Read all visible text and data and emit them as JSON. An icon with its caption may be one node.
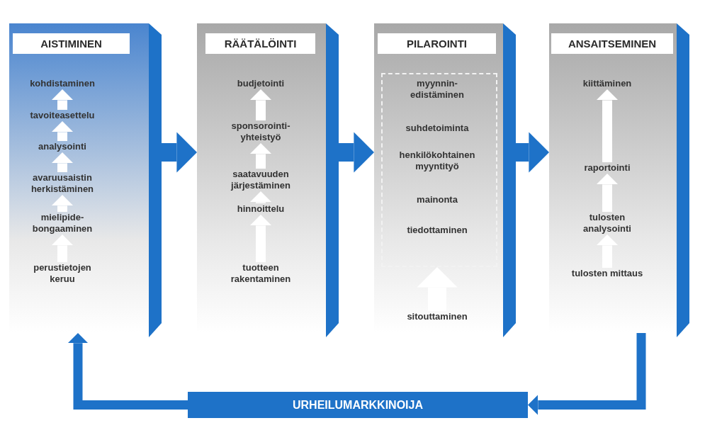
{
  "diagram": {
    "nodes": [
      {
        "text": [
          "AISTIMINEN"
        ]
      },
      {
        "text": [
          "kohdistaminen"
        ],
        "in": 0
      },
      {
        "text": [
          "tavoiteasettelu"
        ],
        "in": 0
      },
      {
        "text": [
          "analysointi"
        ],
        "in": 0
      },
      {
        "text": [
          "avaruusaistin herkistäminen"
        ],
        "in": 0
      },
      {
        "text": [
          "mielipide- bongaaminen"
        ],
        "in": 0
      },
      {
        "text": [
          "perustietojen keruu"
        ],
        "in": 0
      },
      {
        "text": [
          "RÄÄTÄLÖINTI"
        ]
      },
      {
        "text": [
          "budjetointi"
        ],
        "in": 7
      },
      {
        "text": [
          "sponsorointi- yhteistyö"
        ],
        "in": 7
      },
      {
        "text": [
          "saatavuuden järjestäminen"
        ],
        "in": 7
      },
      {
        "text": [
          "hinnoittelu"
        ],
        "in": 7
      },
      {
        "text": [
          "tuotteen rakentaminen"
        ],
        "in": 7
      },
      {
        "text": [
          "PILAROINTI"
        ]
      },
      {
        "text": [],
        "shape": "box",
        "in": 13
      },
      {
        "text": [
          "myynnin- edistäminen"
        ],
        "in": 14
      },
      {
        "text": [
          "suhdetoiminta"
        ],
        "in": 14
      },
      {
        "text": [
          "henkilökohtainen myyntityö"
        ],
        "in": 14
      },
      {
        "text": [
          "mainonta"
        ],
        "in": 14
      },
      {
        "text": [
          "tiedottaminen"
        ],
        "in": 14
      },
      {
        "text": [
          "sitouttaminen"
        ],
        "in": 13
      },
      {
        "text": [
          "ANSAITSEMINEN"
        ]
      },
      {
        "text": [
          "kiittäminen"
        ],
        "in": 21
      },
      {
        "text": [
          "raportointi"
        ],
        "in": 21
      },
      {
        "text": [
          "tulosten analysointi"
        ],
        "in": 21
      },
      {
        "text": [
          "tulosten mittaus"
        ],
        "in": 21
      },
      {
        "text": [
          "URHEILUMARKKINOIJA"
        ]
      }
    ],
    "edges": [
      {
        "from": 6,
        "to": 5,
        "arrow": "to"
      },
      {
        "from": 5,
        "to": 4,
        "arrow": "to"
      },
      {
        "from": 4,
        "to": 3,
        "arrow": "to"
      },
      {
        "from": 3,
        "to": 2,
        "arrow": "to"
      },
      {
        "from": 2,
        "to": 1,
        "arrow": "to"
      },
      {
        "from": 12,
        "to": 11,
        "arrow": "to"
      },
      {
        "from": 11,
        "to": 10,
        "arrow": "to"
      },
      {
        "from": 10,
        "to": 9,
        "arrow": "to"
      },
      {
        "from": 9,
        "to": 8,
        "arrow": "to"
      },
      {
        "from": 20,
        "to": 14,
        "arrow": "to",
        "style": "thick"
      },
      {
        "from": 25,
        "to": 24,
        "arrow": "to"
      },
      {
        "from": 24,
        "to": 23,
        "arrow": "to"
      },
      {
        "from": 23,
        "to": 22,
        "arrow": "to"
      },
      {
        "from": 0,
        "to": 7,
        "arrow": "to",
        "style": "thick",
        "color": "#1e72c8"
      },
      {
        "from": 7,
        "to": 13,
        "arrow": "to",
        "style": "thick",
        "color": "#1e72c8"
      },
      {
        "from": 13,
        "to": 21,
        "arrow": "to",
        "style": "thick",
        "color": "#1e72c8"
      },
      {
        "from": 21,
        "to": 26,
        "arrow": "to",
        "color": "#1e72c8"
      },
      {
        "from": 26,
        "to": 0,
        "arrow": "to",
        "color": "#1e72c8"
      }
    ]
  }
}
